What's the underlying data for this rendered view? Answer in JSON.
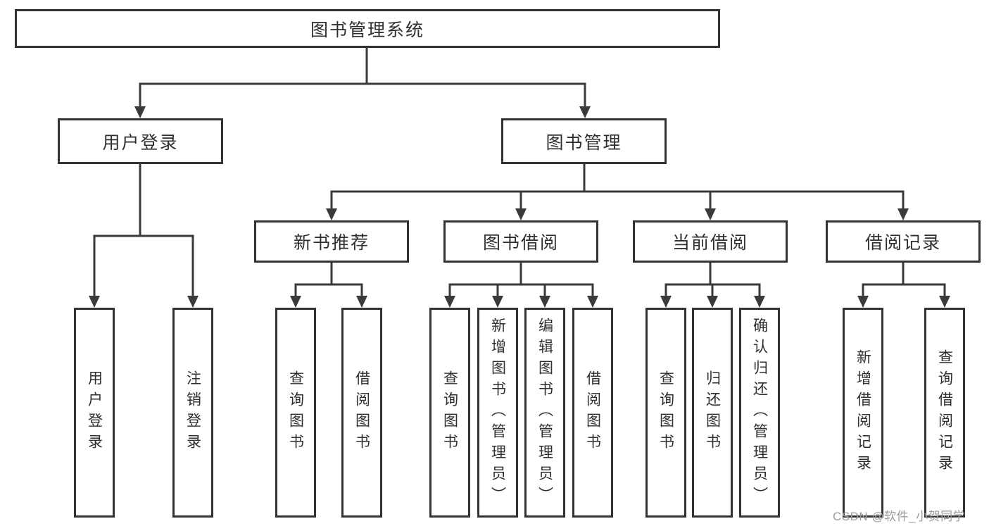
{
  "nodes": {
    "root": "图书管理系统",
    "level2": {
      "user_login": "用户登录",
      "book_mgmt": "图书管理"
    },
    "level3": {
      "new_book_rec": "新书推荐",
      "book_borrow": "图书借阅",
      "current_borrow": "当前借阅",
      "borrow_record": "借阅记录"
    },
    "leaves": {
      "user_login": [
        "用户登录",
        "注销登录"
      ],
      "new_book_rec": [
        "查询图书",
        "借阅图书"
      ],
      "book_borrow": [
        "查询图书",
        "新增图书（管理员）",
        "编辑图书（管理员）",
        "借阅图书"
      ],
      "current_borrow": [
        "查询图书",
        "归还图书",
        "确认归还（管理员）"
      ],
      "borrow_record": [
        "新增借阅记录",
        "查询借阅记录"
      ]
    }
  },
  "watermark": "CSDN @软件_小贺同学",
  "colors": {
    "line": "#3a3a3a",
    "box_border": "#333333",
    "text": "#2f2f2f",
    "watermark": "#9b9ba0",
    "background": "#ffffff"
  }
}
